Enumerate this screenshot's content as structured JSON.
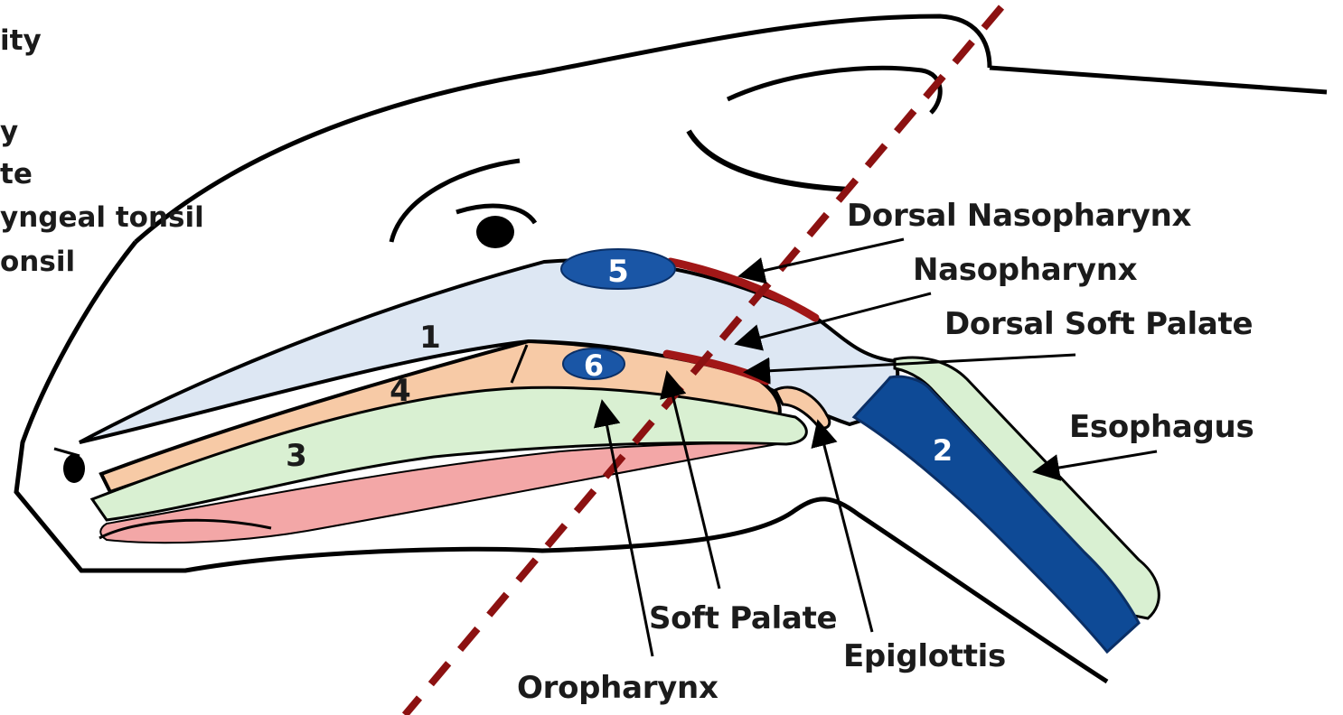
{
  "legend": {
    "items": [
      "ity",
      "y",
      "te",
      "yngeal tonsil",
      "onsil"
    ]
  },
  "labels": {
    "dorsal_nasopharynx": "Dorsal Nasopharynx",
    "nasopharynx": "Nasopharynx",
    "dorsal_soft_palate": "Dorsal Soft Palate",
    "esophagus": "Esophagus",
    "soft_palate": "Soft Palate",
    "epiglottis": "Epiglottis",
    "oropharynx": "Oropharynx"
  },
  "numbers": {
    "n1": "1",
    "n2": "2",
    "n3": "3",
    "n4": "4",
    "n5": "5",
    "n6": "6"
  },
  "colors": {
    "nasal_cavity": "#dde7f3",
    "soft_palate": "#f7caa6",
    "tongue_layer": "#d9f0d2",
    "tongue": "#f3a7a7",
    "trachea": "#0e4a96",
    "tonsil": "#1a56a6",
    "outline": "#000000",
    "cut_line": "#8c1111",
    "dorsal_highlight": "#a11717"
  }
}
